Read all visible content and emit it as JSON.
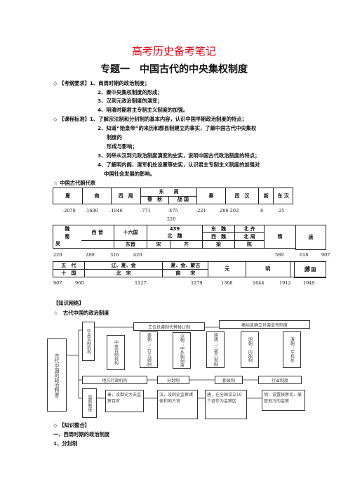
{
  "doc": {
    "title": "高考历史备考笔记",
    "subtitle": "专题一　中国古代的中央集权制度"
  },
  "requirements": {
    "head1": "◇ 【考纲要求】1、商周时期的政治制度；",
    "items1": [
      "2、秦中央集权制度的形成；",
      "3、汉到元政治制度的演变；",
      "4、明清时期君主专制主义制度的加强。"
    ],
    "head2": "◇ 【课程标准】1、了解宗法制和分封制的基本内容，认识中国早期政治制度的特点；",
    "items2": [
      "2、知道“始皇帝”的来历和郡县制建立的事实，了解中国古代中央集权",
      "制度的",
      "形成与影响；",
      "3、列举从汉到元政治制度演变的史实，说明中国古代政治制度的特点；",
      "4、了解明内阁、清军机处设置等史实，认识君主专制主义制度的加强对",
      "中国社会发展的影响。"
    ]
  },
  "dynasty_table": {
    "heading": "☆ 中国古代朝代表",
    "row1": {
      "xia": "夏",
      "shang": "商",
      "xizhou": "西　周",
      "dongzhou": "东　　周",
      "chunqiu": "春　秋",
      "zhanguo": "战 国",
      "qin": "秦",
      "xihan": "西　汉",
      "xin": "新",
      "donghan": "东 汉",
      "years": [
        "-2070",
        "-1600",
        "-1046",
        "-771",
        "-475",
        "-221",
        "-206-202",
        "8",
        "25"
      ],
      "end_year": "220"
    },
    "row2": {
      "wei": "魏",
      "shu": "蜀",
      "wu": "吴",
      "xijin": "西 晋",
      "shiliuguo": "十六国",
      "dongjin": "东晋",
      "n439": "439",
      "beiwei": "北　魏",
      "song": "宋",
      "qi": "齐",
      "liang": "梁",
      "chen": "陈",
      "dongwei": "东　魏",
      "xiwei": "西　魏",
      "beiqi": "北 齐",
      "beizhou": "北 周",
      "sui": "隋",
      "tang": "唐",
      "years": [
        "220",
        "280",
        "316",
        "420",
        "589",
        "618",
        "907"
      ]
    },
    "row3": {
      "wudai": "五　代",
      "shiguo": "十　国",
      "liao": "辽、夏、金",
      "beisong": "北　宋",
      "xiajin": "夏、金、蒙古",
      "nansong": "南　　宋",
      "yuan": "元",
      "ming": "明",
      "qing": "清",
      "minguo": "民 国",
      "years": [
        "907",
        "960",
        "1127",
        "1279",
        "1368",
        "1644",
        "1912",
        "1949"
      ]
    }
  },
  "network": {
    "heading": "【知识网络】",
    "subheading": "☆　古代中国的政治制度",
    "root": "古代中国的政治制度",
    "central": "中央官制机构",
    "succession": "王位世袭制代替禅让制",
    "qin_emperor": "秦始皇确立世袭皇帝制度",
    "sub1": "中央官制机构",
    "sub2": "秦朝：三公九卿制",
    "sub3": "汉朝：中外朝制度",
    "sub4": "隋唐：三省六部制",
    "sub5": "明朝：内阁制",
    "sub6": "清朝：军机处",
    "local": "地方行政机构",
    "fenfeng": "分封制",
    "junxian": "郡县制",
    "xingsheng": "行省制度",
    "jiancha": "监察制度",
    "j1": "秦，设御史大夫监察百官",
    "j2": "汉，设刺史监察诸侯和地方官",
    "j3": "唐，在全国设立10个道作为监察区",
    "j4": "明，设置按察司，掌管地方的监察"
  },
  "integration": {
    "heading": "◇ 【知识整合】",
    "line1": "一、西周时期的政治制度",
    "line2": "1、分封制"
  }
}
